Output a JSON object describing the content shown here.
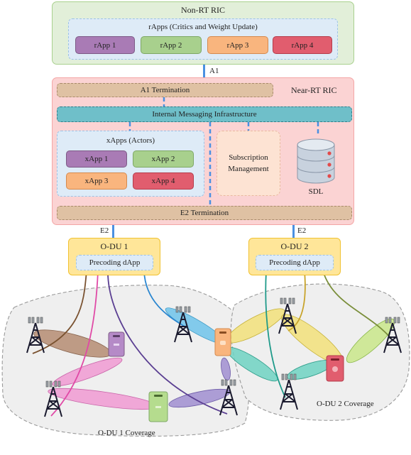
{
  "non_rt_ric": {
    "title": "Non-RT RIC",
    "rapps_group_label": "rApps (Critics and Weight Update)",
    "rapps": [
      {
        "label": "rApp 1",
        "color": "#a97bb5"
      },
      {
        "label": "rApp 2",
        "color": "#a8d08d"
      },
      {
        "label": "rApp 3",
        "color": "#f9b57e"
      },
      {
        "label": "rApp 4",
        "color": "#e15d6e"
      }
    ]
  },
  "interfaces": {
    "a1": "A1",
    "e2_left": "E2",
    "e2_right": "E2"
  },
  "near_rt_ric": {
    "title": "Near-RT RIC",
    "a1_termination": "A1 Termination",
    "internal_messaging": "Internal Messaging Infrastructure",
    "xapps_group_label": "xApps (Actors)",
    "xapps": [
      {
        "label": "xApp 1",
        "color": "#a97bb5"
      },
      {
        "label": "xApp 2",
        "color": "#a8d08d"
      },
      {
        "label": "xApp 3",
        "color": "#f9b57e"
      },
      {
        "label": "xApp 4",
        "color": "#e15d6e"
      }
    ],
    "subscription_management": "Subscription Management",
    "sdl": "SDL",
    "e2_termination": "E2 Termination"
  },
  "odu1": {
    "title": "O-DU 1",
    "dapp": "Precoding dApp"
  },
  "odu2": {
    "title": "O-DU 2",
    "dapp": "Precoding dApp"
  },
  "coverage": {
    "odu1": "O-DU 1 Coverage",
    "odu2": "O-DU 2 Coverage"
  },
  "colors": {
    "non_rt_bg": "#e2efd9",
    "non_rt_border": "#a9d18e",
    "near_rt_bg": "#fbd3d3",
    "near_rt_border": "#f4a6a6",
    "group_bg": "#deebf7",
    "group_border": "#9dc3e6",
    "termination_bg": "#dfc1a3",
    "messaging_bg": "#6fbfc9",
    "odu_bg": "#ffe699",
    "odu_border": "#f1c232",
    "link": "#4a90e2"
  }
}
